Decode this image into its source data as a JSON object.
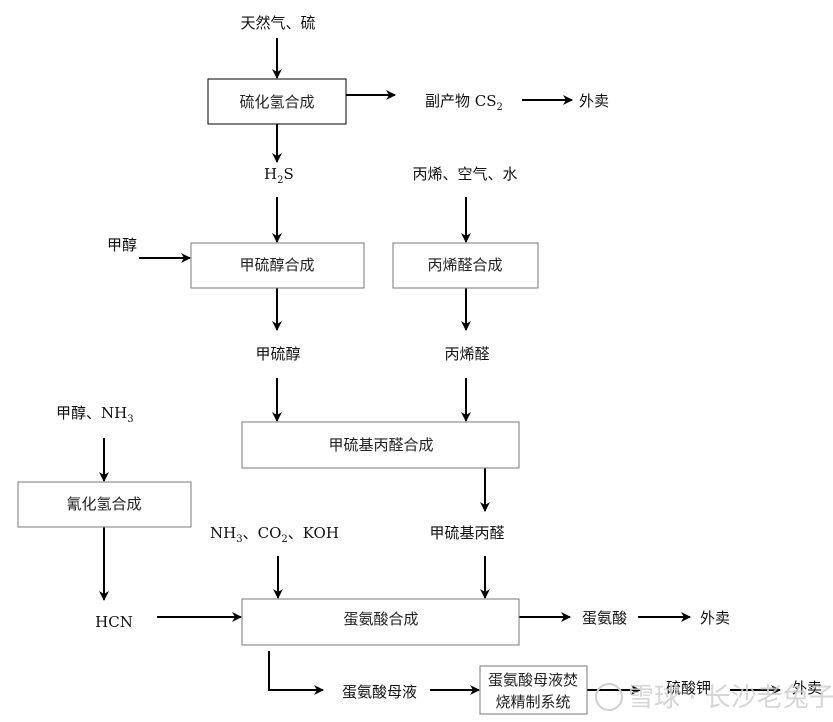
{
  "diagram": {
    "title": "蛋氨酸生产工艺流程",
    "nodes": {
      "in_ng_s": "天然气、硫",
      "box_h2s": "硫化氢合成",
      "byproduct_cs2": "副产物 CS",
      "byproduct_cs2_sub": "2",
      "sell1": "外卖",
      "h2s": "H",
      "h2s_sub": "2",
      "h2s_tail": "S",
      "in_propene": "丙烯、空气、水",
      "in_methanol": "甲醇",
      "box_mercaptan": "甲硫醇合成",
      "box_acrolein": "丙烯醛合成",
      "mercaptan": "甲硫醇",
      "acrolein": "丙烯醛",
      "in_meoh_nh3": "甲醇、NH",
      "in_meoh_nh3_sub": "3",
      "box_mmp": "甲硫基丙醛合成",
      "box_hcn": "氰化氢合成",
      "in_nh3_co2_koh_a": "NH",
      "in_nh3_co2_koh_sub1": "3",
      "in_nh3_co2_koh_b": "、CO",
      "in_nh3_co2_koh_sub2": "2",
      "in_nh3_co2_koh_c": "、KOH",
      "mmp": "甲硫基丙醛",
      "hcn": "HCN",
      "box_met": "蛋氨酸合成",
      "methionine": "蛋氨酸",
      "sell2": "外卖",
      "mother_liquor": "蛋氨酸母液",
      "box_incin_line1": "蛋氨酸母液焚",
      "box_incin_line2": "烧精制系统",
      "k2so4": "硫酸钾",
      "sell3": "外卖"
    },
    "edges": [
      {
        "from": "in_ng_s",
        "to": "box_h2s"
      },
      {
        "from": "box_h2s",
        "to": "byproduct_cs2"
      },
      {
        "from": "byproduct_cs2",
        "to": "sell1"
      },
      {
        "from": "box_h2s",
        "to": "h2s"
      },
      {
        "from": "h2s",
        "to": "box_mercaptan"
      },
      {
        "from": "in_methanol",
        "to": "box_mercaptan"
      },
      {
        "from": "in_propene",
        "to": "box_acrolein"
      },
      {
        "from": "box_mercaptan",
        "to": "mercaptan"
      },
      {
        "from": "box_acrolein",
        "to": "acrolein"
      },
      {
        "from": "mercaptan",
        "to": "box_mmp"
      },
      {
        "from": "acrolein",
        "to": "box_mmp"
      },
      {
        "from": "box_mmp",
        "to": "mmp"
      },
      {
        "from": "in_meoh_nh3",
        "to": "box_hcn"
      },
      {
        "from": "box_hcn",
        "to": "hcn"
      },
      {
        "from": "hcn",
        "to": "box_met"
      },
      {
        "from": "in_nh3_co2_koh",
        "to": "box_met"
      },
      {
        "from": "mmp",
        "to": "box_met"
      },
      {
        "from": "box_met",
        "to": "methionine"
      },
      {
        "from": "methionine",
        "to": "sell2"
      },
      {
        "from": "box_met",
        "to": "mother_liquor"
      },
      {
        "from": "mother_liquor",
        "to": "box_incin"
      },
      {
        "from": "box_incin",
        "to": "k2so4"
      },
      {
        "from": "k2so4",
        "to": "sell3"
      }
    ]
  },
  "watermark": "雪球 · 长沙老兔子"
}
